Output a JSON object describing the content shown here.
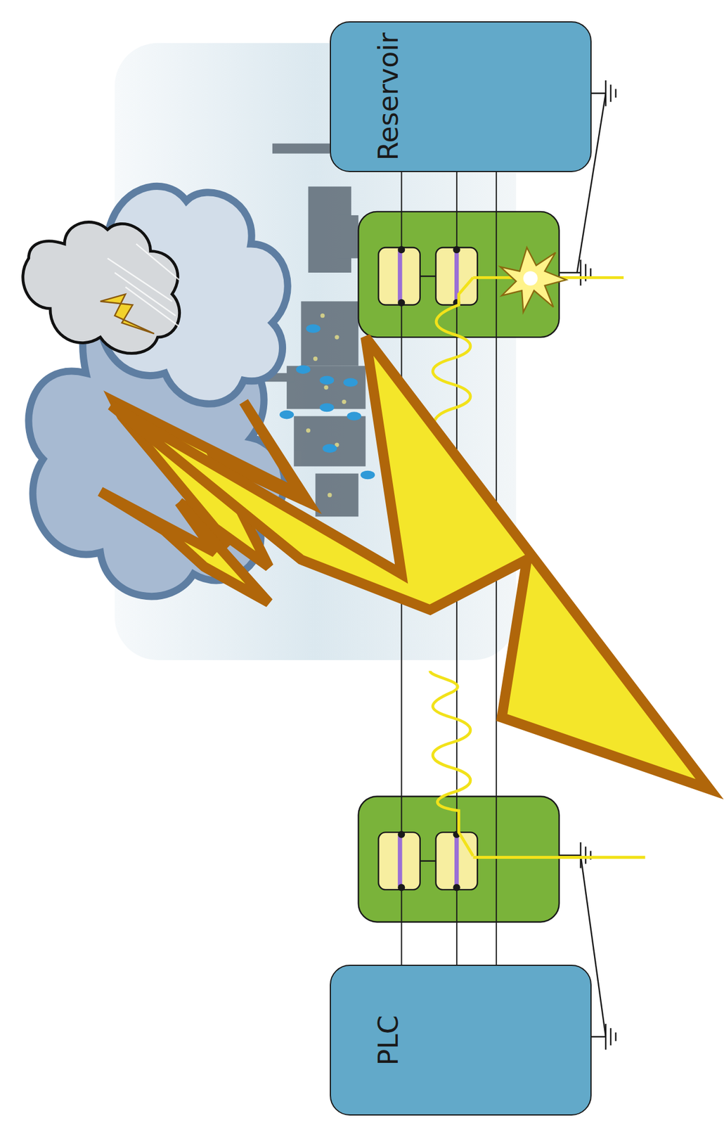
{
  "diagram": {
    "nodes": [
      {
        "text": [
          "PLC"
        ]
      },
      {
        "text": [
          "Reservoir"
        ]
      }
    ],
    "edges": [
      {
        "from": 0,
        "to": 1,
        "arrow": "none"
      },
      {
        "from": 0,
        "to": 1,
        "arrow": "none"
      },
      {
        "from": 0,
        "to": 1,
        "arrow": "none"
      }
    ]
  }
}
